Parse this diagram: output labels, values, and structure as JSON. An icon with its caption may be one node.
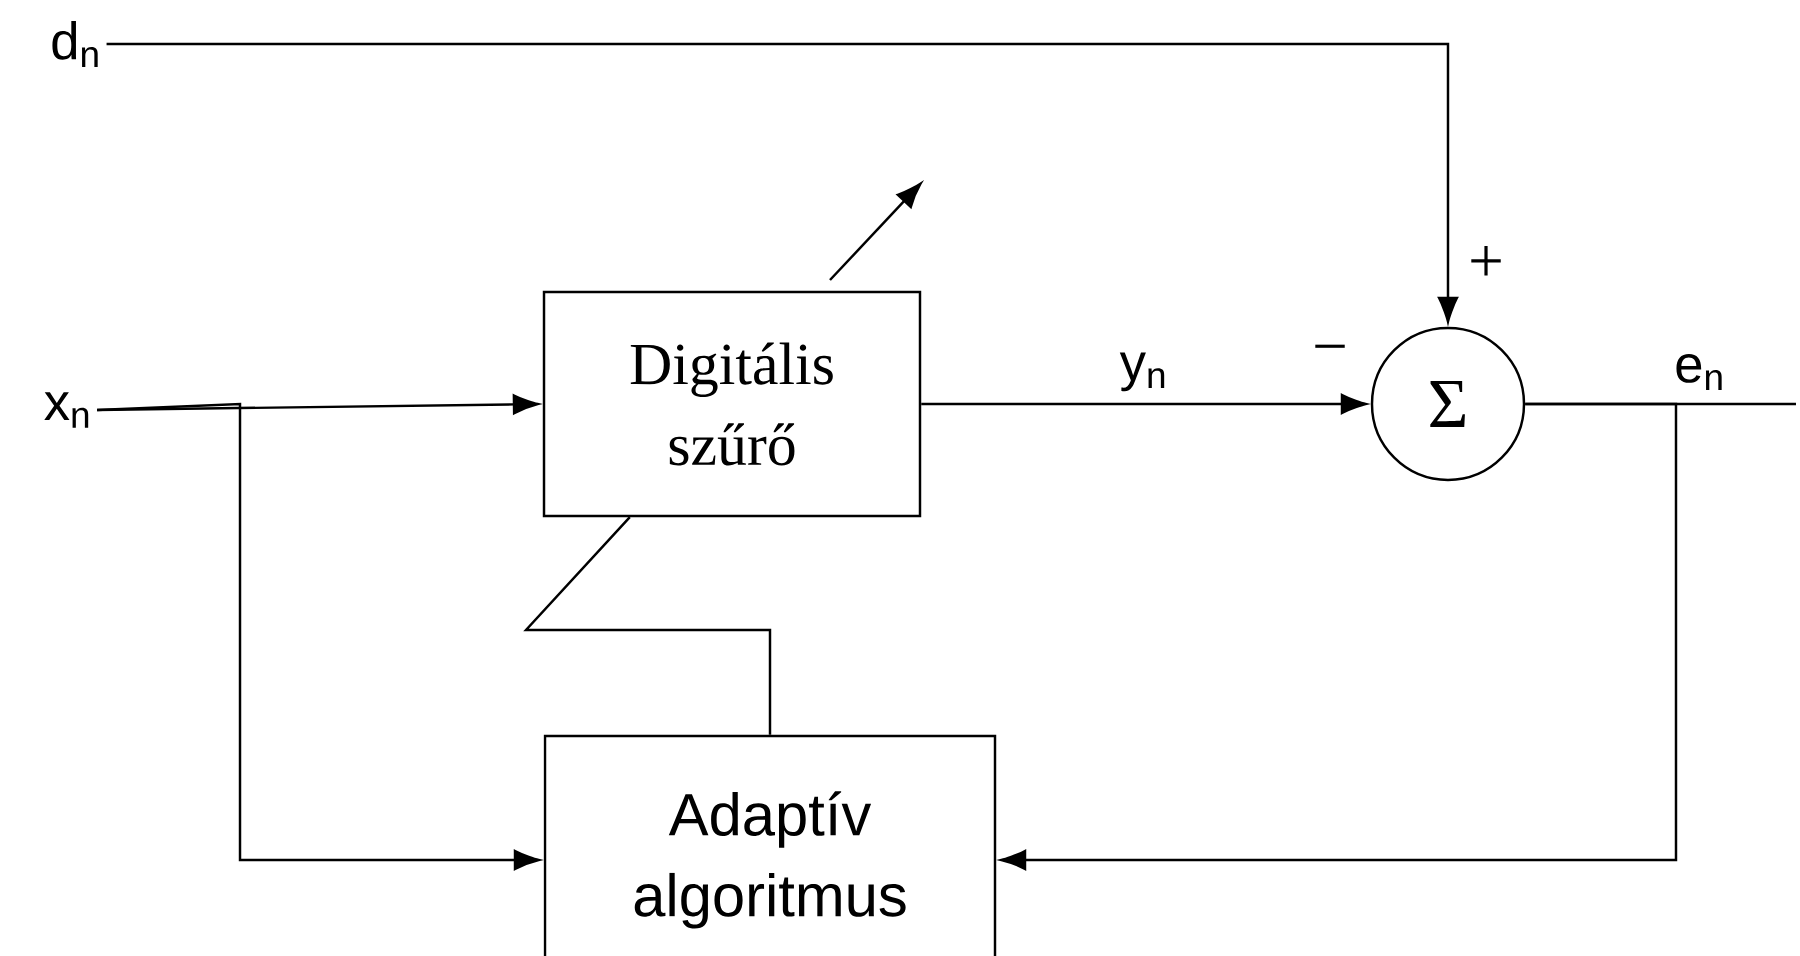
{
  "diagram": {
    "nodes": [
      {
        "text": [
          "d$_{n}$"
        ]
      },
      {
        "text": [
          "x$_{n}$"
        ]
      },
      {
        "text": [
          "Digitális szűrő"
        ]
      },
      {
        "text": [
          "Σ"
        ]
      },
      {
        "text": [
          "Adaptív algoritmus"
        ]
      }
    ],
    "edges": [
      {
        "from": 0,
        "to": 3,
        "arrow": "to"
      },
      {
        "from": 1,
        "to": 2,
        "arrow": "to"
      },
      {
        "from": 1,
        "to": 4,
        "arrow": "to"
      },
      {
        "from": 2,
        "to": 3,
        "arrow": "to",
        "label": "y$_{n}$"
      },
      {
        "from": 3,
        "to": null,
        "arrow": "none",
        "label": "e$_{n}$"
      },
      {
        "from": 3,
        "to": 4,
        "arrow": "to"
      },
      {
        "from": 4,
        "to": 2,
        "arrow": "none"
      }
    ],
    "labels": [
      "+",
      "−"
    ]
  }
}
